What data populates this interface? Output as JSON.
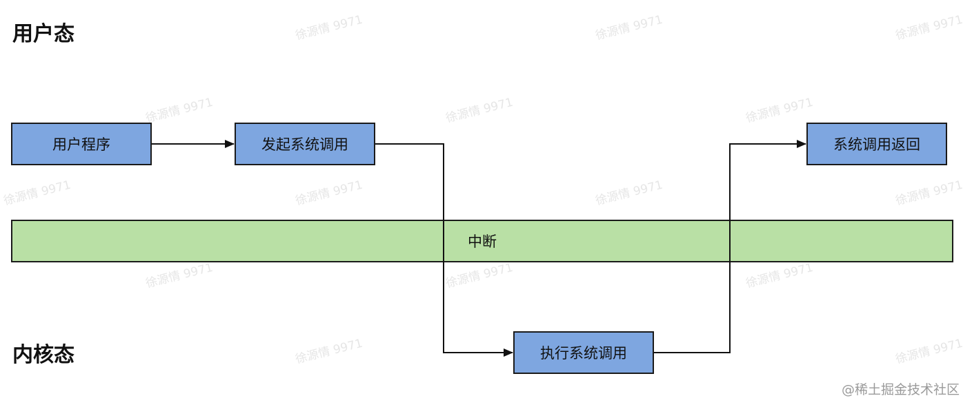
{
  "diagram": {
    "zones": {
      "user_mode": "用户态",
      "kernel_mode": "内核态"
    },
    "nodes": {
      "user_program": "用户程序",
      "initiate_syscall": "发起系统调用",
      "interrupt": "中断",
      "execute_syscall": "执行系统调用",
      "syscall_return": "系统调用返回"
    },
    "edges": [
      {
        "from": "user_program",
        "to": "initiate_syscall"
      },
      {
        "from": "initiate_syscall",
        "to": "execute_syscall"
      },
      {
        "from": "execute_syscall",
        "to": "syscall_return"
      }
    ],
    "colors": {
      "process_box": "#7ea6e0",
      "interrupt_band": "#b9e0a5",
      "stroke": "#1a1a1a"
    }
  },
  "watermark": {
    "text": "徐源情 9971"
  },
  "footer": {
    "credit": "@稀土掘金技术社区"
  }
}
